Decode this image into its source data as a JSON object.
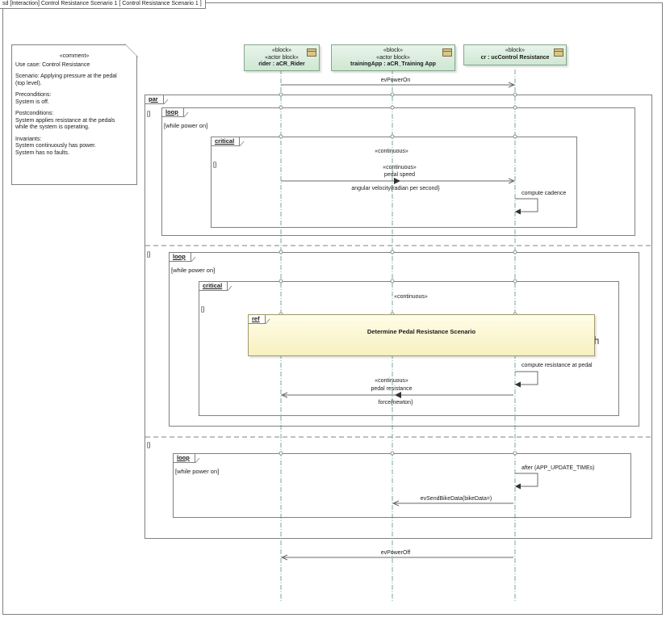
{
  "diagram": {
    "frame_title": "sd [Interaction] Control Resistance Scenario 1 [ Control Resistance Scenario 1 ]"
  },
  "comment": {
    "stereotype": "«comment»",
    "use_case": "Use case: Control Resistance",
    "scenario": "Scenario: Applying pressure at the pedal\n(top level).",
    "preconditions": "Preconditions:\nSystem is off.",
    "postconditions": "Postconditions:\nSystem applies resistance at the pedals\nwhile the system is operating.",
    "invariants": "Invariants:\nSystem continuously has power.\nSystem has no faults."
  },
  "lifelines": [
    {
      "stereotype": "«block»",
      "stereotype2": "«actor block»",
      "name": "rider : aCR_Rider"
    },
    {
      "stereotype": "«block»",
      "stereotype2": "«actor block»",
      "name": "trainingApp : aCR_Training App"
    },
    {
      "stereotype": "«block»",
      "stereotype2": "",
      "name": "cr : ucControl Resistance"
    }
  ],
  "fragments": {
    "par": "par",
    "loop1": "loop",
    "loop1_guard": "[while power on]",
    "critical1": "critical",
    "critical1_guard": "[]",
    "par_guard1": "[]",
    "loop2": "loop",
    "loop2_guard": "[while power on]",
    "critical2": "critical",
    "critical2_guard": "[]",
    "par_guard2": "[]",
    "ref": "ref",
    "ref_name": "Determine Pedal Resistance Scenario",
    "par_guard3": "[]",
    "loop3": "loop",
    "loop3_guard": "[while power on]"
  },
  "messages": {
    "ev_power_on": "evPowerOn",
    "continuous1": "«continuous»",
    "continuous1b": "«continuous»",
    "pedal_speed": "pedal speed",
    "angular_velocity": "angular velocity{radian per second}",
    "compute_cadence": "compute cadence",
    "continuous2": "«continuous»",
    "compute_resistance": "compute resistance at pedal",
    "continuous3": "«continuous»",
    "pedal_resistance": "pedal resistance",
    "force": "force{newton}",
    "after_update": "after (APP_UPDATE_TIMEs)",
    "send_bike_data": "evSendBikeData(bikeData=)",
    "ev_power_off": "evPowerOff"
  }
}
